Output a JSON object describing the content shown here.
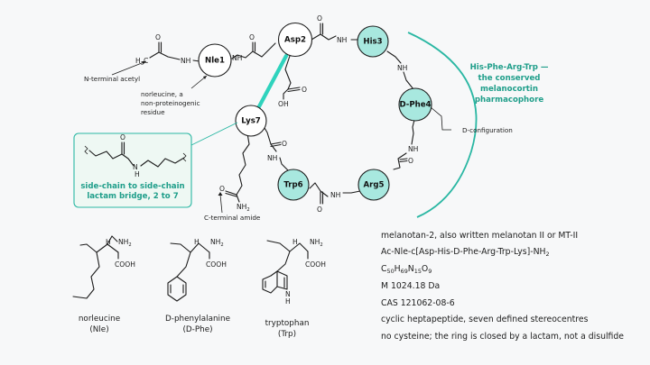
{
  "residues": {
    "nle1": "Nle1",
    "asp2": "Asp2",
    "his3": "His3",
    "dphe4": "D-Phe4",
    "arg5": "Arg5",
    "trp6": "Trp6",
    "lys7": "Lys7"
  },
  "atoms": {
    "n": "N",
    "nh": "NH",
    "o": "O",
    "oh": "OH",
    "nh2": "NH",
    "nh2_sub": "2",
    "h3c_h": "H",
    "h3c_sub": "3",
    "h3c_c": "C",
    "h": "H",
    "cooh": "COOH"
  },
  "annotations": {
    "n_terminal": "N-terminal acetyl",
    "norleucine_note": [
      "norleucine, a",
      "non-proteinogenic",
      "residue"
    ],
    "d_configuration": "D-configuration",
    "c_terminal": "C-terminal amide",
    "lactam_box": [
      "side-chain to side-chain",
      "lactam bridge, 2 to 7"
    ],
    "pharmacophore": [
      "His-Phe-Arg-Trp —",
      "the conserved",
      "melanocortin",
      "pharmacophore"
    ]
  },
  "structures": [
    {
      "name": "norleucine",
      "abbr": "(Nle)"
    },
    {
      "name": "D-phenylalanine",
      "abbr": "(D-Phe)"
    },
    {
      "name": "tryptophan",
      "abbr": "(Trp)"
    }
  ],
  "info": {
    "line1": "melanotan-2, also written melanotan II or MT-II",
    "line2": "Ac-Nle-c[Asp-His-D-Phe-Arg-Trp-Lys]-NH",
    "line2_sub": "2",
    "formula": [
      {
        "t": "C",
        "s": "50"
      },
      {
        "t": "H",
        "s": "69"
      },
      {
        "t": "N",
        "s": "15"
      },
      {
        "t": "O",
        "s": "9"
      }
    ],
    "mass": "M 1024.18 Da",
    "cas": "CAS 121062-08-6",
    "line6": "cyclic heptapeptide, seven defined stereocentres",
    "line7": "no cysteine; the ring is closed by a lactam, not a disulfide"
  },
  "colors": {
    "teal_fill": "#a8e8df",
    "teal_stroke": "#2ab7a3",
    "teal_text": "#1f9e8a",
    "box_fill": "#eef8f3",
    "background": "#f7f8f9"
  }
}
